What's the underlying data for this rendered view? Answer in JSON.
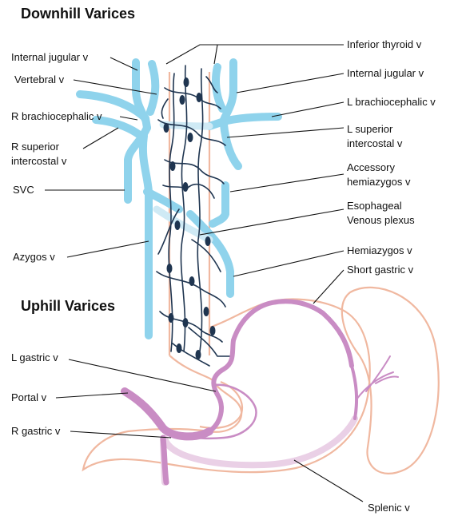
{
  "headings": {
    "downhill": "Downhill Varices",
    "uphill": "Uphill Varices"
  },
  "labels": {
    "inferior_thyroid": "Inferior thyroid v",
    "internal_jugular_left_side": "Internal jugular v",
    "internal_jugular_right_side": "Internal jugular v",
    "vertebral": "Vertebral v",
    "l_brachiocephalic": "L brachiocephalic v",
    "r_brachiocephalic": "R brachiocephalic v",
    "l_superior_intercostal": [
      "L superior",
      "intercostal v"
    ],
    "r_superior_intercostal": [
      "R superior",
      "intercostal v"
    ],
    "accessory_hemiazygos": [
      "Accessory",
      "hemiazygos v"
    ],
    "svc": "SVC",
    "esophageal_plexus": [
      "Esophageal",
      "Venous plexus"
    ],
    "azygos": "Azygos v",
    "hemiazygos": "Hemiazygos v",
    "short_gastric": "Short gastric v",
    "l_gastric": "L gastric v",
    "portal": "Portal v",
    "r_gastric": "R gastric v",
    "splenic": "Splenic v"
  },
  "colors": {
    "systemic_vein": "#8fd3ec",
    "portal_vein": "#c98cc4",
    "splenic_vein": "#ead0e6",
    "organ_outline": "#f0b8a0",
    "varix": "#1f3550",
    "text": "#111111"
  }
}
